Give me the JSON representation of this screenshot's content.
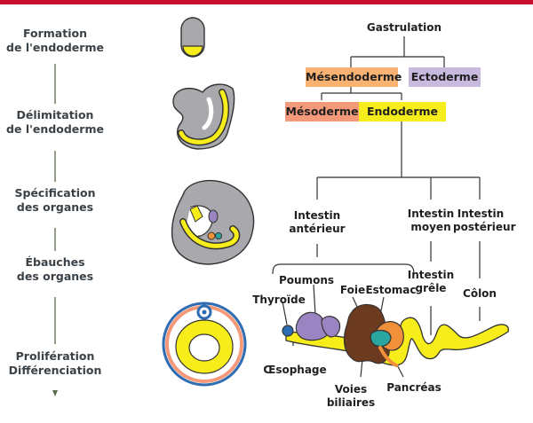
{
  "stages": [
    "Formation\nde l'endoderme",
    "Délimitation\nde l'endoderme",
    "Spécification\ndes organes",
    "Ébauches\ndes organes",
    "Prolifération\nDifférenciation"
  ],
  "tree": {
    "gastrulation": "Gastrulation",
    "mesendoderme": "Mésendoderme",
    "ectoderme": "Ectoderme",
    "mesoderme": "Mésoderme",
    "endoderme": "Endoderme",
    "intestin_anterieur": "Intestin\nantérieur",
    "intestin_moyen": "Intestin\nmoyen",
    "intestin_posterieur": "Intestin\npostérieur"
  },
  "organs": {
    "poumons": "Poumons",
    "thyroide": "Thyroïde",
    "foie": "Foie",
    "estomac": "Estomac",
    "intestin_grele": "Intestin\ngrêle",
    "colon": "Côlon",
    "oesophage": "Œsophage",
    "voies_biliaires": "Voies\nbiliaires",
    "pancreas": "Pancréas"
  },
  "colors": {
    "mesendoderme": "#f9b271",
    "ectoderme": "#c8b9df",
    "mesoderme": "#f49a7a",
    "endoderme": "#f7ed1b",
    "embryo_gray": "#a9a9ad",
    "lungs": "#9b84c2",
    "liver": "#6b3a1f",
    "stomach_pancreas": "#f0903a",
    "biliary": "#2aa6a0",
    "thyroid": "#2d6bb3",
    "accent_bar": "#c8102e"
  }
}
